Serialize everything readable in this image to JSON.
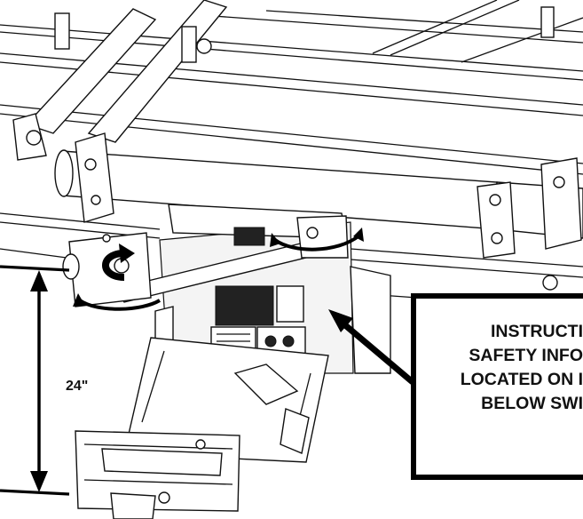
{
  "callout": {
    "lines": [
      "INSTRUCTI",
      "SAFETY INFO",
      "LOCATED ON I",
      "BELOW SWI"
    ]
  },
  "dimension": {
    "label": "24\""
  },
  "icons": [
    "rotate-arrow-icon",
    "callout-arrow-icon",
    "dimension-arrow-icon"
  ]
}
